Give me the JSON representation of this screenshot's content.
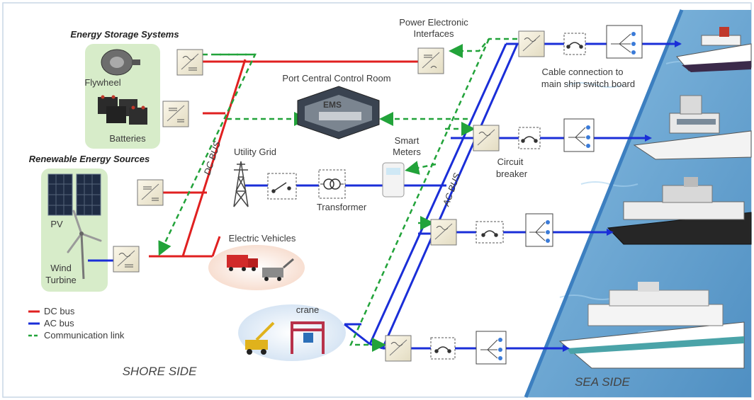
{
  "groups": {
    "energy_storage": "Energy Storage Systems",
    "renewable": "Renewable Energy Sources"
  },
  "components": {
    "flywheel": "Flywheel",
    "batteries": "Batteries",
    "pv": "PV",
    "wind_line1": "Wind",
    "wind_line2": "Turbine",
    "pei_line1": "Power Electronic",
    "pei_line2": "Interfaces",
    "control_room": "Port Central Control Room",
    "ems": "EMS",
    "utility_grid": "Utility Grid",
    "transformer": "Transformer",
    "smart_line1": "Smart",
    "smart_line2": "Meters",
    "ev": "Electric Vehicles",
    "crane": "crane",
    "cable_line1": "Cable connection to",
    "cable_line2": "main ship switch board",
    "cb_line1": "Circuit",
    "cb_line2": "breaker"
  },
  "buses": {
    "dc": "DC BUS",
    "ac": "AC BUS"
  },
  "legend": {
    "dc": "DC bus",
    "ac": "AC bus",
    "comm": "Communication link"
  },
  "sides": {
    "shore": "SHORE SIDE",
    "sea": "SEA SIDE"
  },
  "colors": {
    "dc_bus": "#e02020",
    "ac_bus": "#1a2ed8",
    "comm_link": "#22a33a",
    "sea": "#6fa8d4",
    "group_bg": "#d7ecc9"
  }
}
